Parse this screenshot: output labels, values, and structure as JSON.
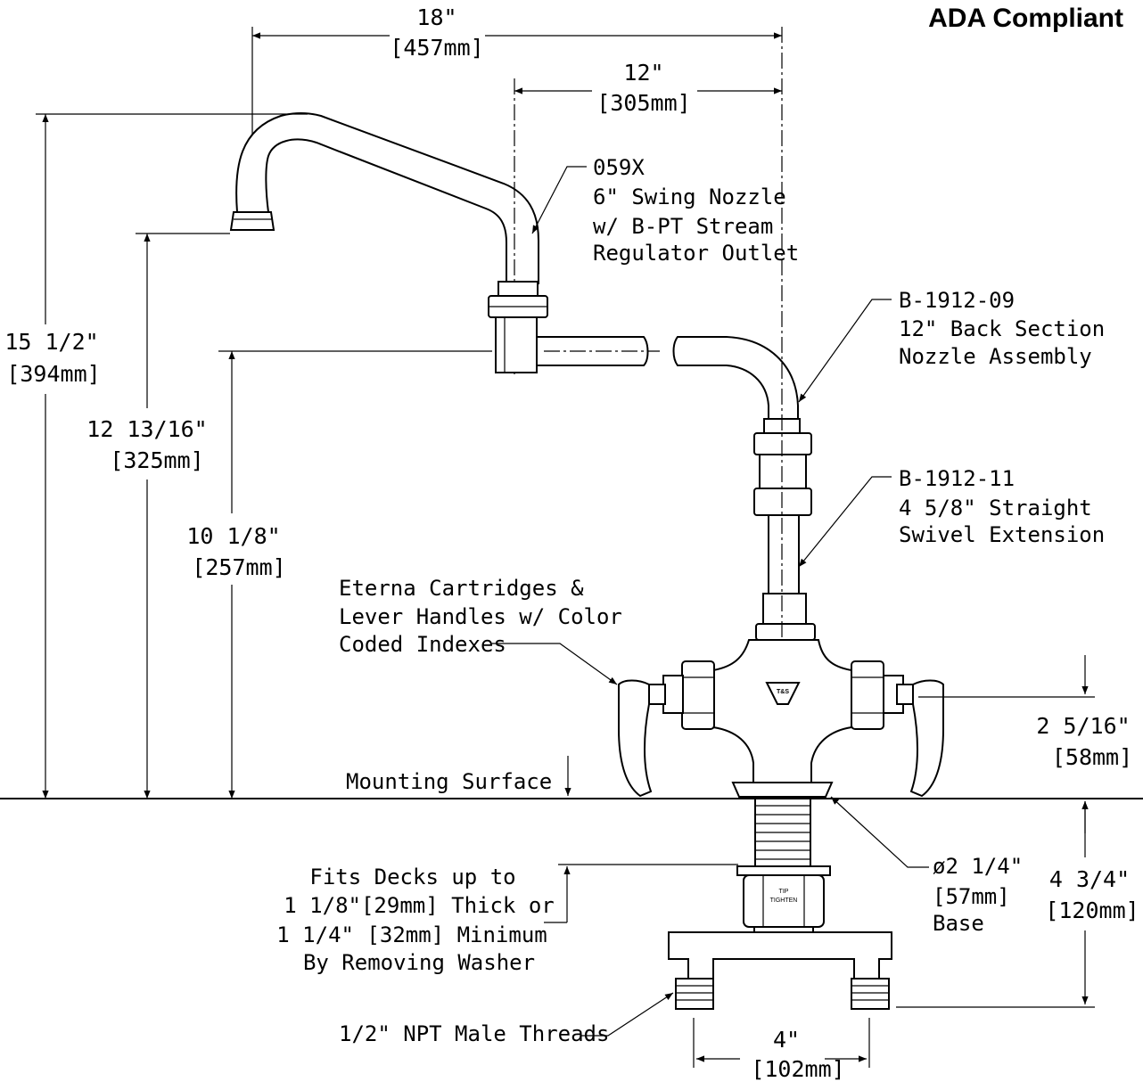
{
  "header": {
    "compliance": "ADA Compliant"
  },
  "dimensions": {
    "overall_reach": {
      "imperial": "18\"",
      "metric": "[457mm]"
    },
    "back_section_reach": {
      "imperial": "12\"",
      "metric": "[305mm]"
    },
    "overall_height": {
      "imperial": "15 1/2\"",
      "metric": "[394mm]"
    },
    "nozzle_outlet_height": {
      "imperial": "12 13/16\"",
      "metric": "[325mm]"
    },
    "back_section_height": {
      "imperial": "10 1/8\"",
      "metric": "[257mm]"
    },
    "handle_height": {
      "imperial": "2 5/16\"",
      "metric": "[58mm]"
    },
    "below_deck": {
      "imperial": "4 3/4\"",
      "metric": "[120mm]"
    },
    "centers": {
      "imperial": "4\"",
      "metric": "[102mm]"
    }
  },
  "callouts": {
    "swing_nozzle": [
      "059X",
      "6\" Swing Nozzle",
      "w/ B-PT Stream",
      "Regulator Outlet"
    ],
    "back_section": [
      "B-1912-09",
      "12\" Back Section",
      "Nozzle Assembly"
    ],
    "extension": [
      "B-1912-11",
      "4 5/8\" Straight",
      "Swivel Extension"
    ],
    "cartridges": [
      "Eterna Cartridges &",
      "Lever Handles w/ Color",
      "Coded Indexes"
    ],
    "base": [
      "ø2 1/4\"",
      "[57mm]",
      "Base"
    ],
    "deck": [
      "Fits Decks up to",
      "1 1/8\"[29mm] Thick or",
      "1 1/4\" [32mm] Minimum",
      "By Removing Washer"
    ],
    "threads": "1/2\" NPT Male Threads"
  },
  "labels": {
    "mounting_surface": "Mounting Surface",
    "logo": "T&S",
    "nut_text": [
      "TIP",
      "TIGHTEN"
    ]
  }
}
